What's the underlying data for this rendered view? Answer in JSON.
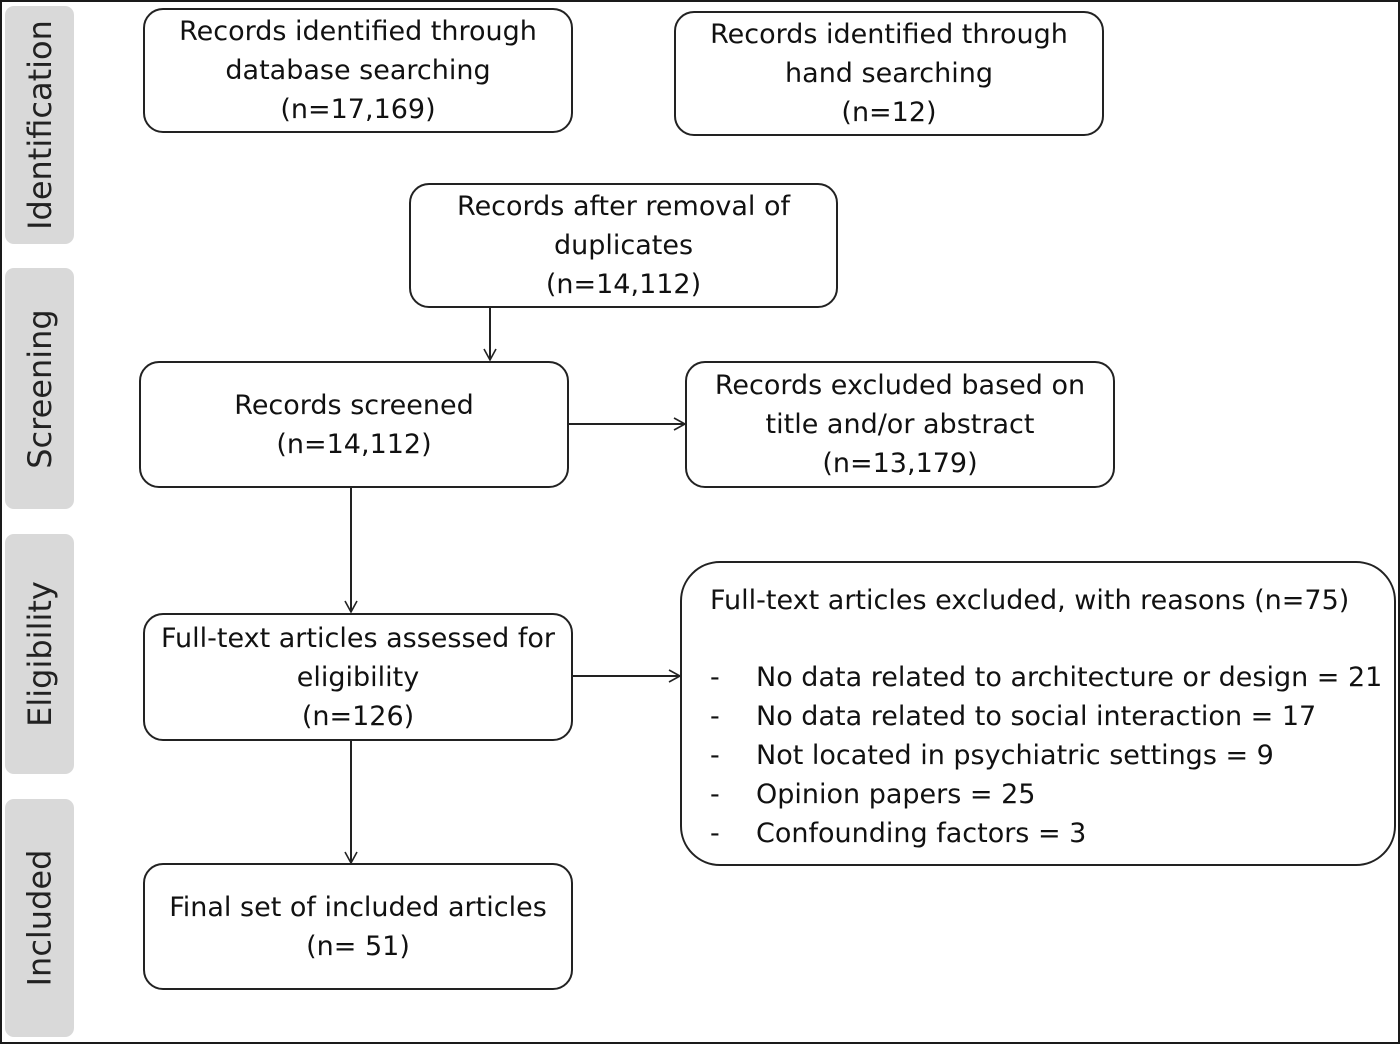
{
  "stages": [
    {
      "id": "identification",
      "label": "Identification"
    },
    {
      "id": "screening",
      "label": "Screening"
    },
    {
      "id": "eligibility",
      "label": "Eligibility"
    },
    {
      "id": "included",
      "label": "Included"
    }
  ],
  "boxes": {
    "database_search": {
      "line1": "Records identified through",
      "line2": "database searching",
      "count": "(n=17,169)"
    },
    "hand_search": {
      "line1": "Records identified through",
      "line2": "hand searching",
      "count": "(n=12)"
    },
    "after_duplicates": {
      "line1": "Records after removal of",
      "line2": "duplicates",
      "count": "(n=14,112)"
    },
    "screened": {
      "line1": "Records screened",
      "count": "(n=14,112)"
    },
    "excluded_title": {
      "line1": "Records excluded based on",
      "line2": "title and/or abstract",
      "count": "(n=13,179)"
    },
    "fulltext_assessed": {
      "line1": "Full-text articles assessed for",
      "line2": "eligibility",
      "count": "(n=126)"
    },
    "fulltext_excluded": {
      "title": "Full-text articles excluded, with reasons (n=75)",
      "reasons": [
        "No data related to architecture or design = 21",
        "No data related to social interaction = 17",
        "Not located in psychiatric settings = 9",
        "Opinion papers = 25",
        "Confounding factors = 3"
      ]
    },
    "included_final": {
      "line1": "Final set of included articles",
      "count": "(n= 51)"
    }
  },
  "colors": {
    "stage_fill": "#d9d9d9",
    "border": "#222222",
    "text": "#111111"
  }
}
